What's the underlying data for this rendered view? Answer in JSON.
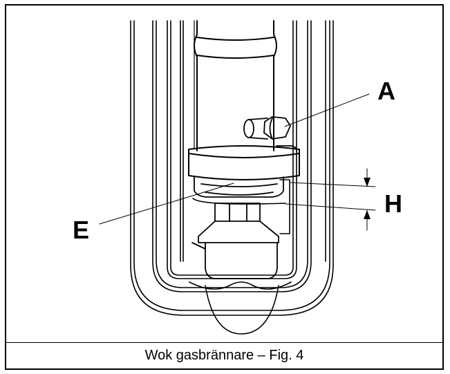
{
  "figure": {
    "labels": {
      "a": "A",
      "e": "E",
      "h": "H"
    }
  },
  "caption": "Wok gasbrännare – Fig. 4"
}
